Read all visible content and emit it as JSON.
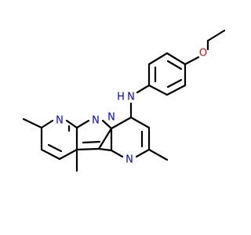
{
  "molecule": {
    "atom_labels": {
      "n_pyridine": "N",
      "n_bridge": "N",
      "n_pyrimidine": "N",
      "n_ring_fusion": "N",
      "nh_n": "N",
      "nh_h": "H",
      "o_ether": "O"
    }
  },
  "colors": {
    "bond": "#000000",
    "nitrogen": "#0000ff",
    "oxygen": "#ff0000",
    "background": "#ffffff"
  }
}
